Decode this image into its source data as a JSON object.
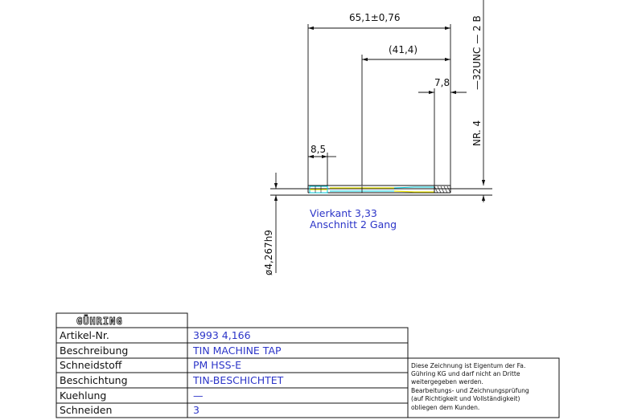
{
  "dimensions": {
    "overall_length": "65,1±0,76",
    "shank_length": "(41,4)",
    "thread_length": "7,8",
    "square_length": "8,5",
    "shank_diameter": "ø4,267h9"
  },
  "side_labels": {
    "thread_spec": "—32UNC — 2 B",
    "size": "NR. 4"
  },
  "notes": {
    "square": "Vierkant 3,33",
    "chamfer": "Anschnitt 2 Gang"
  },
  "title_block": {
    "logo_text": "GÜHRING",
    "rows": [
      {
        "label": "Artikel-Nr.",
        "value": "3993 4,166"
      },
      {
        "label": "Beschreibung",
        "value": "TIN MACHINE TAP"
      },
      {
        "label": "Schneidstoff",
        "value": "PM HSS-E"
      },
      {
        "label": "Beschichtung",
        "value": "TIN-BESCHICHTET"
      },
      {
        "label": "Kuehlung",
        "value": "—"
      },
      {
        "label": "Schneiden",
        "value": "3"
      }
    ],
    "legal_lines": [
      "Diese Zeichnung ist Eigentum der Fa.",
      "Gühring KG und darf nicht an Dritte",
      "weitergegeben werden.",
      "Bearbeitungs- und Zeichnungsprüfung",
      "(auf Richtigkeit und Vollständigkeit)",
      "obliegen dem Kunden."
    ]
  },
  "colors": {
    "line": "#111111",
    "text_blue": "#2c35c8",
    "cyan": "#00c8d8",
    "yellow": "#e8e000"
  }
}
